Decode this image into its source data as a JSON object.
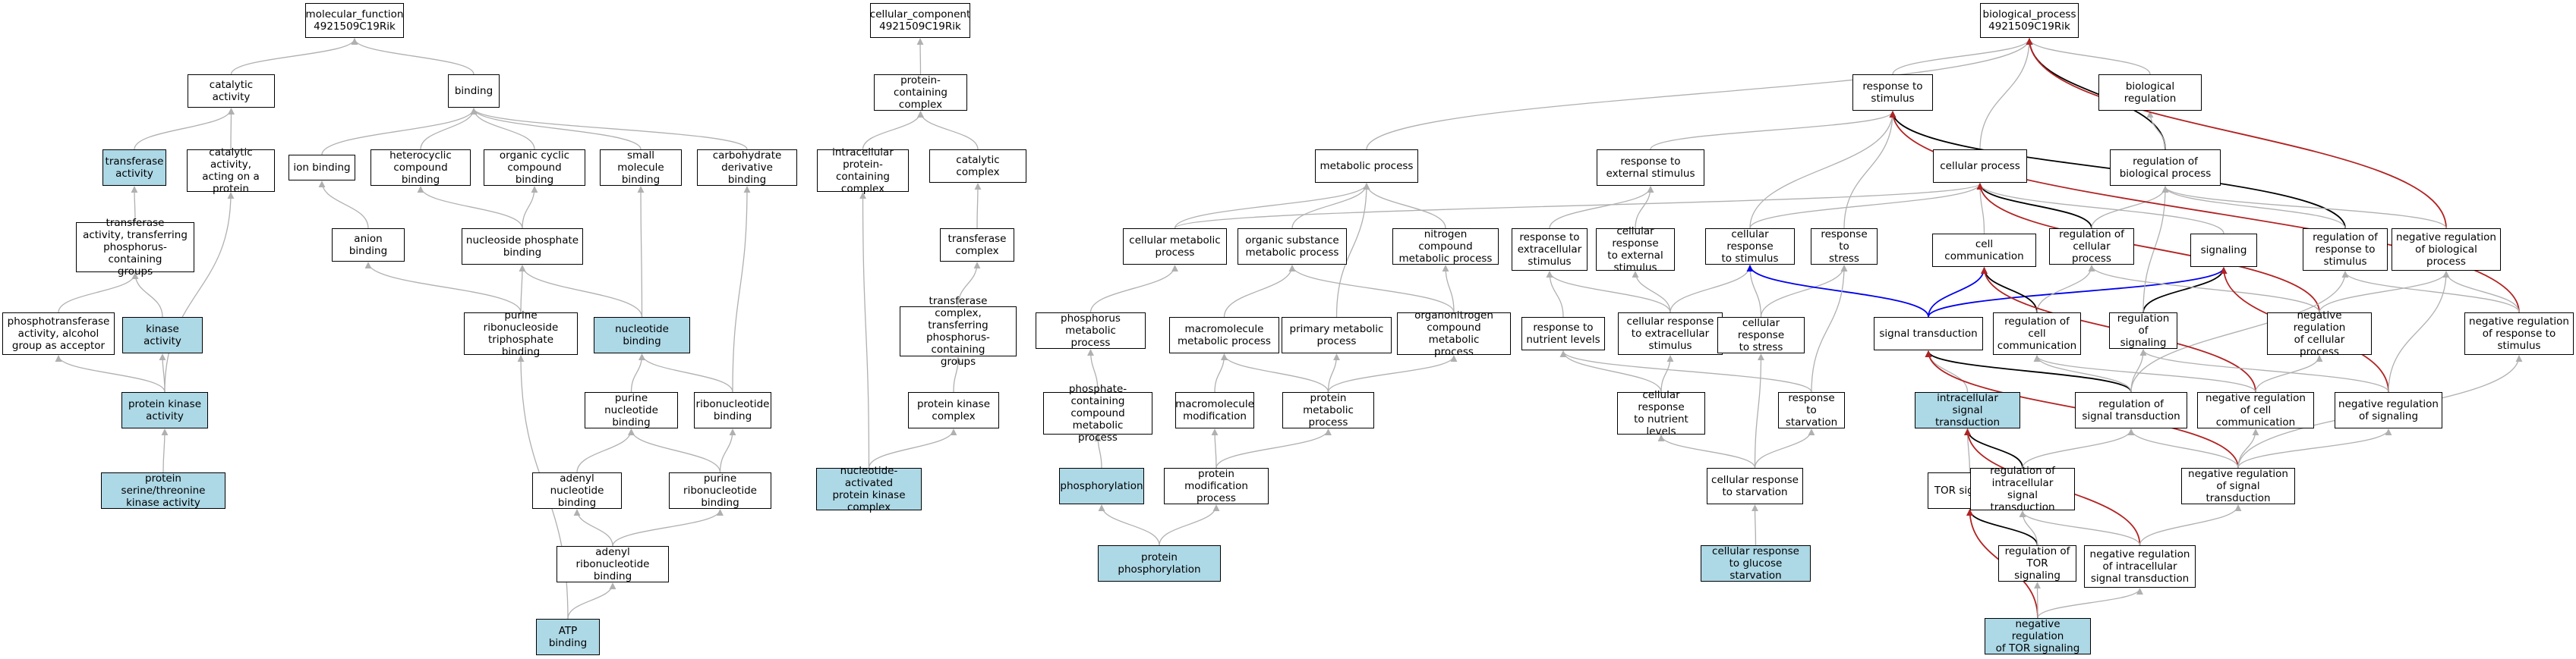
{
  "nodes": [
    {
      "id": "mf",
      "label": "molecular_function\n4921509C19Rik",
      "hl": false
    },
    {
      "id": "catact",
      "label": "catalytic activity",
      "hl": false
    },
    {
      "id": "binding",
      "label": "binding",
      "hl": false
    },
    {
      "id": "transf",
      "label": "transferase\nactivity",
      "hl": true
    },
    {
      "id": "catprot",
      "label": "catalytic activity,\nacting on a\nprotein",
      "hl": false
    },
    {
      "id": "ionb",
      "label": "ion binding",
      "hl": false
    },
    {
      "id": "hetero",
      "label": "heterocyclic\ncompound binding",
      "hl": false
    },
    {
      "id": "orgcyc",
      "label": "organic cyclic\ncompound binding",
      "hl": false
    },
    {
      "id": "smallmol",
      "label": "small molecule\nbinding",
      "hl": false
    },
    {
      "id": "carbo",
      "label": "carbohydrate\nderivative binding",
      "hl": false
    },
    {
      "id": "transphos",
      "label": "transferase\nactivity, transferring\nphosphorus-containing\ngroups",
      "hl": false
    },
    {
      "id": "anion",
      "label": "anion binding",
      "hl": false
    },
    {
      "id": "nucphos",
      "label": "nucleoside phosphate\nbinding",
      "hl": false
    },
    {
      "id": "phosalc",
      "label": "phosphotransferase\nactivity, alcohol\ngroup as acceptor",
      "hl": false
    },
    {
      "id": "kinase",
      "label": "kinase activity",
      "hl": true
    },
    {
      "id": "purtri",
      "label": "purine ribonucleoside\ntriphosphate\nbinding",
      "hl": false
    },
    {
      "id": "nucb",
      "label": "nucleotide binding",
      "hl": true
    },
    {
      "id": "protkin",
      "label": "protein kinase\nactivity",
      "hl": true
    },
    {
      "id": "purnuc",
      "label": "purine nucleotide\nbinding",
      "hl": false
    },
    {
      "id": "ribonuc",
      "label": "ribonucleotide\nbinding",
      "hl": false
    },
    {
      "id": "serthr",
      "label": "protein serine/threonine\nkinase activity",
      "hl": true
    },
    {
      "id": "adenuc",
      "label": "adenyl nucleotide\nbinding",
      "hl": false
    },
    {
      "id": "purribo",
      "label": "purine ribonucleotide\nbinding",
      "hl": false
    },
    {
      "id": "adenribo",
      "label": "adenyl ribonucleotide\nbinding",
      "hl": false
    },
    {
      "id": "atp",
      "label": "ATP binding",
      "hl": true
    },
    {
      "id": "cc",
      "label": "cellular_component\n4921509C19Rik",
      "hl": false
    },
    {
      "id": "protcont",
      "label": "protein-containing\ncomplex",
      "hl": false
    },
    {
      "id": "intracomp",
      "label": "intracellular\nprotein-containing\ncomplex",
      "hl": false
    },
    {
      "id": "catcomp",
      "label": "catalytic complex",
      "hl": false
    },
    {
      "id": "transcomp",
      "label": "transferase\ncomplex",
      "hl": false
    },
    {
      "id": "transphoscomp",
      "label": "transferase\ncomplex, transferring\nphosphorus-containing\ngroups",
      "hl": false
    },
    {
      "id": "pkcomp",
      "label": "protein kinase\ncomplex",
      "hl": false
    },
    {
      "id": "napk",
      "label": "nucleotide-activated\nprotein kinase\ncomplex",
      "hl": true
    },
    {
      "id": "bp",
      "label": "biological_process\n4921509C19Rik",
      "hl": false
    },
    {
      "id": "respstim",
      "label": "response to\nstimulus",
      "hl": false
    },
    {
      "id": "bioreg",
      "label": "biological regulation",
      "hl": false
    },
    {
      "id": "metab",
      "label": "metabolic process",
      "hl": false
    },
    {
      "id": "respext",
      "label": "response to\nexternal stimulus",
      "hl": false
    },
    {
      "id": "cellproc",
      "label": "cellular process",
      "hl": false
    },
    {
      "id": "regbio",
      "label": "regulation of\nbiological process",
      "hl": false
    },
    {
      "id": "cellmetab",
      "label": "cellular metabolic\nprocess",
      "hl": false
    },
    {
      "id": "orgsub",
      "label": "organic substance\nmetabolic process",
      "hl": false
    },
    {
      "id": "nitro",
      "label": "nitrogen compound\nmetabolic process",
      "hl": false
    },
    {
      "id": "respextra",
      "label": "response to\nextracellular\nstimulus",
      "hl": false
    },
    {
      "id": "cellrespext",
      "label": "cellular response\nto external\nstimulus",
      "hl": false
    },
    {
      "id": "cellrespstim",
      "label": "cellular response\nto stimulus",
      "hl": false
    },
    {
      "id": "respstress",
      "label": "response to\nstress",
      "hl": false
    },
    {
      "id": "cellcomm",
      "label": "cell communication",
      "hl": false
    },
    {
      "id": "regcell",
      "label": "regulation of\ncellular process",
      "hl": false
    },
    {
      "id": "signaling",
      "label": "signaling",
      "hl": false
    },
    {
      "id": "regresp",
      "label": "regulation of\nresponse to\nstimulus",
      "hl": false
    },
    {
      "id": "negregbio",
      "label": "negative regulation\nof biological\nprocess",
      "hl": false
    },
    {
      "id": "phosmetab",
      "label": "phosphorus metabolic\nprocess",
      "hl": false
    },
    {
      "id": "macromet",
      "label": "macromolecule\nmetabolic process",
      "hl": false
    },
    {
      "id": "primmet",
      "label": "primary metabolic\nprocess",
      "hl": false
    },
    {
      "id": "organonit",
      "label": "organonitrogen\ncompound metabolic\nprocess",
      "hl": false
    },
    {
      "id": "respnutr",
      "label": "response to\nnutrient levels",
      "hl": false
    },
    {
      "id": "cellrespextra",
      "label": "cellular response\nto extracellular\nstimulus",
      "hl": false
    },
    {
      "id": "cellrespstress",
      "label": "cellular response\nto stress",
      "hl": false
    },
    {
      "id": "sigtrans",
      "label": "signal transduction",
      "hl": false
    },
    {
      "id": "regcellcomm",
      "label": "regulation of\ncell communication",
      "hl": false
    },
    {
      "id": "regsig",
      "label": "regulation of\nsignaling",
      "hl": false
    },
    {
      "id": "negregcell",
      "label": "negative regulation\nof cellular\nprocess",
      "hl": false
    },
    {
      "id": "negregresp",
      "label": "negative regulation\nof response to\nstimulus",
      "hl": false
    },
    {
      "id": "phoscont",
      "label": "phosphate-containing\ncompound metabolic\nprocess",
      "hl": false
    },
    {
      "id": "macromod",
      "label": "macromolecule\nmodification",
      "hl": false
    },
    {
      "id": "protmet",
      "label": "protein metabolic\nprocess",
      "hl": false
    },
    {
      "id": "cellrespnutr",
      "label": "cellular response\nto nutrient\nlevels",
      "hl": false
    },
    {
      "id": "respstarv",
      "label": "response to\nstarvation",
      "hl": false
    },
    {
      "id": "intrasig",
      "label": "intracellular\nsignal transduction",
      "hl": true
    },
    {
      "id": "regsigtrans",
      "label": "regulation of\nsignal transduction",
      "hl": false
    },
    {
      "id": "negregcellcomm",
      "label": "negative regulation\nof cell communication",
      "hl": false
    },
    {
      "id": "negregsig",
      "label": "negative regulation\nof signaling",
      "hl": false
    },
    {
      "id": "phosphorylation",
      "label": "phosphorylation",
      "hl": true
    },
    {
      "id": "protmod",
      "label": "protein modification\nprocess",
      "hl": false
    },
    {
      "id": "cellrespstarv",
      "label": "cellular response\nto starvation",
      "hl": false
    },
    {
      "id": "torsig",
      "label": "TOR signaling",
      "hl": false
    },
    {
      "id": "regintrasig",
      "label": "regulation of\nintracellular\nsignal transduction",
      "hl": false
    },
    {
      "id": "negregsigtrans",
      "label": "negative regulation\nof signal transduction",
      "hl": false
    },
    {
      "id": "protphos",
      "label": "protein phosphorylation",
      "hl": true
    },
    {
      "id": "cellrespglu",
      "label": "cellular response\nto glucose starvation",
      "hl": true
    },
    {
      "id": "regtor",
      "label": "regulation of\nTOR signaling",
      "hl": false
    },
    {
      "id": "negregintra",
      "label": "negative regulation\nof intracellular\nsignal transduction",
      "hl": false
    },
    {
      "id": "negregtor",
      "label": "negative regulation\nof TOR signaling",
      "hl": true
    }
  ],
  "edges": [
    [
      "catact",
      "mf",
      "is_a"
    ],
    [
      "binding",
      "mf",
      "is_a"
    ],
    [
      "transf",
      "catact",
      "is_a"
    ],
    [
      "catprot",
      "catact",
      "is_a"
    ],
    [
      "ionb",
      "binding",
      "is_a"
    ],
    [
      "hetero",
      "binding",
      "is_a"
    ],
    [
      "orgcyc",
      "binding",
      "is_a"
    ],
    [
      "smallmol",
      "binding",
      "is_a"
    ],
    [
      "carbo",
      "binding",
      "is_a"
    ],
    [
      "transphos",
      "transf",
      "is_a"
    ],
    [
      "anion",
      "ionb",
      "is_a"
    ],
    [
      "nucphos",
      "hetero",
      "is_a"
    ],
    [
      "nucphos",
      "orgcyc",
      "is_a"
    ],
    [
      "phosalc",
      "transphos",
      "is_a"
    ],
    [
      "kinase",
      "transphos",
      "is_a"
    ],
    [
      "purtri",
      "anion",
      "is_a"
    ],
    [
      "purtri",
      "nucphos",
      "is_a"
    ],
    [
      "nucb",
      "smallmol",
      "is_a"
    ],
    [
      "nucb",
      "nucphos",
      "is_a"
    ],
    [
      "protkin",
      "phosalc",
      "is_a"
    ],
    [
      "protkin",
      "kinase",
      "is_a"
    ],
    [
      "protkin",
      "catprot",
      "is_a"
    ],
    [
      "purnuc",
      "nucb",
      "is_a"
    ],
    [
      "ribonuc",
      "nucb",
      "is_a"
    ],
    [
      "ribonuc",
      "carbo",
      "is_a"
    ],
    [
      "serthr",
      "protkin",
      "is_a"
    ],
    [
      "adenuc",
      "purnuc",
      "is_a"
    ],
    [
      "purribo",
      "purnuc",
      "is_a"
    ],
    [
      "purribo",
      "ribonuc",
      "is_a"
    ],
    [
      "adenribo",
      "adenuc",
      "is_a"
    ],
    [
      "adenribo",
      "purribo",
      "is_a"
    ],
    [
      "atp",
      "adenribo",
      "is_a"
    ],
    [
      "atp",
      "purtri",
      "is_a"
    ],
    [
      "protcont",
      "cc",
      "is_a"
    ],
    [
      "intracomp",
      "protcont",
      "is_a"
    ],
    [
      "catcomp",
      "protcont",
      "is_a"
    ],
    [
      "transcomp",
      "catcomp",
      "is_a"
    ],
    [
      "transphoscomp",
      "transcomp",
      "is_a"
    ],
    [
      "pkcomp",
      "transphoscomp",
      "is_a"
    ],
    [
      "napk",
      "pkcomp",
      "is_a"
    ],
    [
      "napk",
      "intracomp",
      "is_a"
    ],
    [
      "respstim",
      "bp",
      "is_a"
    ],
    [
      "bioreg",
      "bp",
      "is_a"
    ],
    [
      "metab",
      "bp",
      "is_a"
    ],
    [
      "cellproc",
      "bp",
      "is_a"
    ],
    [
      "regbio",
      "bp",
      "reg"
    ],
    [
      "regbio",
      "bioreg",
      "is_a"
    ],
    [
      "respext",
      "respstim",
      "is_a"
    ],
    [
      "cellmetab",
      "metab",
      "is_a"
    ],
    [
      "cellmetab",
      "cellproc",
      "is_a"
    ],
    [
      "orgsub",
      "metab",
      "is_a"
    ],
    [
      "nitro",
      "metab",
      "is_a"
    ],
    [
      "respextra",
      "respext",
      "is_a"
    ],
    [
      "cellrespext",
      "respext",
      "is_a"
    ],
    [
      "cellrespstim",
      "respstim",
      "is_a"
    ],
    [
      "cellrespstim",
      "cellproc",
      "is_a"
    ],
    [
      "respstress",
      "respstim",
      "is_a"
    ],
    [
      "cellcomm",
      "cellproc",
      "is_a"
    ],
    [
      "regcell",
      "cellproc",
      "reg"
    ],
    [
      "regcell",
      "regbio",
      "is_a"
    ],
    [
      "signaling",
      "cellproc",
      "is_a"
    ],
    [
      "regresp",
      "respstim",
      "reg"
    ],
    [
      "regresp",
      "regbio",
      "is_a"
    ],
    [
      "negregbio",
      "bp",
      "neg"
    ],
    [
      "negregbio",
      "regbio",
      "is_a"
    ],
    [
      "phosmetab",
      "cellmetab",
      "is_a"
    ],
    [
      "macromet",
      "orgsub",
      "is_a"
    ],
    [
      "primmet",
      "metab",
      "is_a"
    ],
    [
      "organonit",
      "orgsub",
      "is_a"
    ],
    [
      "organonit",
      "nitro",
      "is_a"
    ],
    [
      "respnutr",
      "respextra",
      "is_a"
    ],
    [
      "cellrespextra",
      "respextra",
      "is_a"
    ],
    [
      "cellrespextra",
      "cellrespext",
      "is_a"
    ],
    [
      "cellrespextra",
      "cellrespstim",
      "is_a"
    ],
    [
      "cellrespstress",
      "respstress",
      "is_a"
    ],
    [
      "cellrespstress",
      "cellrespstim",
      "is_a"
    ],
    [
      "sigtrans",
      "cellrespstim",
      "part"
    ],
    [
      "sigtrans",
      "cellcomm",
      "part"
    ],
    [
      "sigtrans",
      "signaling",
      "part"
    ],
    [
      "regcellcomm",
      "cellcomm",
      "reg"
    ],
    [
      "regcellcomm",
      "regcell",
      "is_a"
    ],
    [
      "regsig",
      "signaling",
      "reg"
    ],
    [
      "regsig",
      "regbio",
      "is_a"
    ],
    [
      "negregcell",
      "cellproc",
      "neg"
    ],
    [
      "negregcell",
      "regcell",
      "is_a"
    ],
    [
      "negregcell",
      "negregbio",
      "is_a"
    ],
    [
      "negregresp",
      "respstim",
      "neg"
    ],
    [
      "negregresp",
      "regresp",
      "is_a"
    ],
    [
      "negregresp",
      "negregbio",
      "is_a"
    ],
    [
      "phoscont",
      "phosmetab",
      "is_a"
    ],
    [
      "macromod",
      "macromet",
      "is_a"
    ],
    [
      "protmet",
      "macromet",
      "is_a"
    ],
    [
      "protmet",
      "primmet",
      "is_a"
    ],
    [
      "protmet",
      "organonit",
      "is_a"
    ],
    [
      "cellrespnutr",
      "respnutr",
      "is_a"
    ],
    [
      "cellrespnutr",
      "cellrespextra",
      "is_a"
    ],
    [
      "respstarv",
      "respnutr",
      "is_a"
    ],
    [
      "respstarv",
      "respstress",
      "is_a"
    ],
    [
      "intrasig",
      "sigtrans",
      "is_a"
    ],
    [
      "regsigtrans",
      "sigtrans",
      "reg"
    ],
    [
      "regsigtrans",
      "regcellcomm",
      "is_a"
    ],
    [
      "regsigtrans",
      "regsig",
      "is_a"
    ],
    [
      "regsigtrans",
      "regresp",
      "is_a"
    ],
    [
      "negregcellcomm",
      "cellcomm",
      "neg"
    ],
    [
      "negregcellcomm",
      "regcellcomm",
      "is_a"
    ],
    [
      "negregcellcomm",
      "negregcell",
      "is_a"
    ],
    [
      "negregsig",
      "signaling",
      "neg"
    ],
    [
      "negregsig",
      "regsig",
      "is_a"
    ],
    [
      "negregsig",
      "negregbio",
      "is_a"
    ],
    [
      "phosphorylation",
      "phoscont",
      "is_a"
    ],
    [
      "protmod",
      "macromod",
      "is_a"
    ],
    [
      "protmod",
      "protmet",
      "is_a"
    ],
    [
      "cellrespstarv",
      "cellrespnutr",
      "is_a"
    ],
    [
      "cellrespstarv",
      "respstarv",
      "is_a"
    ],
    [
      "cellrespstarv",
      "cellrespstress",
      "is_a"
    ],
    [
      "torsig",
      "intrasig",
      "is_a"
    ],
    [
      "regintrasig",
      "intrasig",
      "reg"
    ],
    [
      "regintrasig",
      "regsigtrans",
      "is_a"
    ],
    [
      "negregsigtrans",
      "sigtrans",
      "neg"
    ],
    [
      "negregsigtrans",
      "regsigtrans",
      "is_a"
    ],
    [
      "negregsigtrans",
      "negregcellcomm",
      "is_a"
    ],
    [
      "negregsigtrans",
      "negregsig",
      "is_a"
    ],
    [
      "negregsigtrans",
      "negregresp",
      "is_a"
    ],
    [
      "protphos",
      "phosphorylation",
      "is_a"
    ],
    [
      "protphos",
      "protmod",
      "is_a"
    ],
    [
      "cellrespglu",
      "cellrespstarv",
      "is_a"
    ],
    [
      "regtor",
      "torsig",
      "reg"
    ],
    [
      "regtor",
      "regintrasig",
      "is_a"
    ],
    [
      "negregintra",
      "intrasig",
      "neg"
    ],
    [
      "negregintra",
      "regintrasig",
      "is_a"
    ],
    [
      "negregintra",
      "negregsigtrans",
      "is_a"
    ],
    [
      "negregtor",
      "torsig",
      "neg"
    ],
    [
      "negregtor",
      "regtor",
      "is_a"
    ],
    [
      "negregtor",
      "negregintra",
      "is_a"
    ]
  ],
  "colors": {
    "is_a": "#b0b0b0",
    "part": "#0000ee",
    "reg": "#000000",
    "neg": "#b22222",
    "highlight": "#add8e6"
  }
}
